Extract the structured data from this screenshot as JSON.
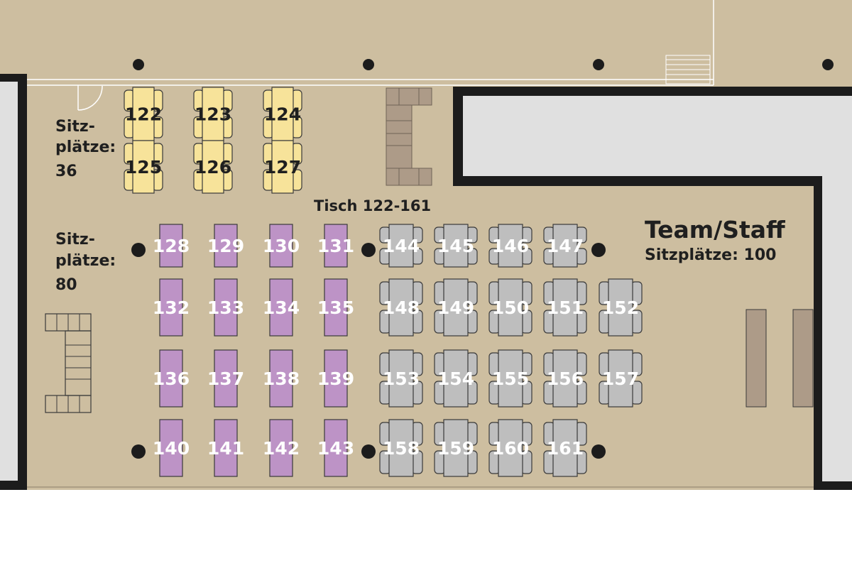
{
  "colors": {
    "floor": "#cdbea0",
    "wall": "#1c1c1c",
    "outside": "#e0e0e0",
    "yellow_table": "#f7e39a",
    "purple_table": "#bd93c6",
    "gray_table": "#bebebe",
    "gray_table_text": "#ffffff",
    "yellow_table_text": "#1f1f1f",
    "furniture": "#ad9b88"
  },
  "labels": {
    "left_top_seats_line1": "Sitz-",
    "left_top_seats_line2": "plätze:",
    "left_top_seats_count": "36",
    "left_mid_seats_line1": "Sitz-",
    "left_mid_seats_line2": "plätze:",
    "left_mid_seats_count": "80",
    "table_range": "Tisch 122-161",
    "team_title": "Team/Staff",
    "team_seats": "Sitzplätze: 100"
  },
  "tables": {
    "yellow": [
      "122",
      "123",
      "124",
      "125",
      "126",
      "127"
    ],
    "purple": [
      "128",
      "129",
      "130",
      "131",
      "132",
      "133",
      "134",
      "135",
      "136",
      "137",
      "138",
      "139",
      "140",
      "141",
      "142",
      "143"
    ],
    "gray": [
      "144",
      "145",
      "146",
      "147",
      "148",
      "149",
      "150",
      "151",
      "152",
      "153",
      "154",
      "155",
      "156",
      "157",
      "158",
      "159",
      "160",
      "161"
    ]
  }
}
